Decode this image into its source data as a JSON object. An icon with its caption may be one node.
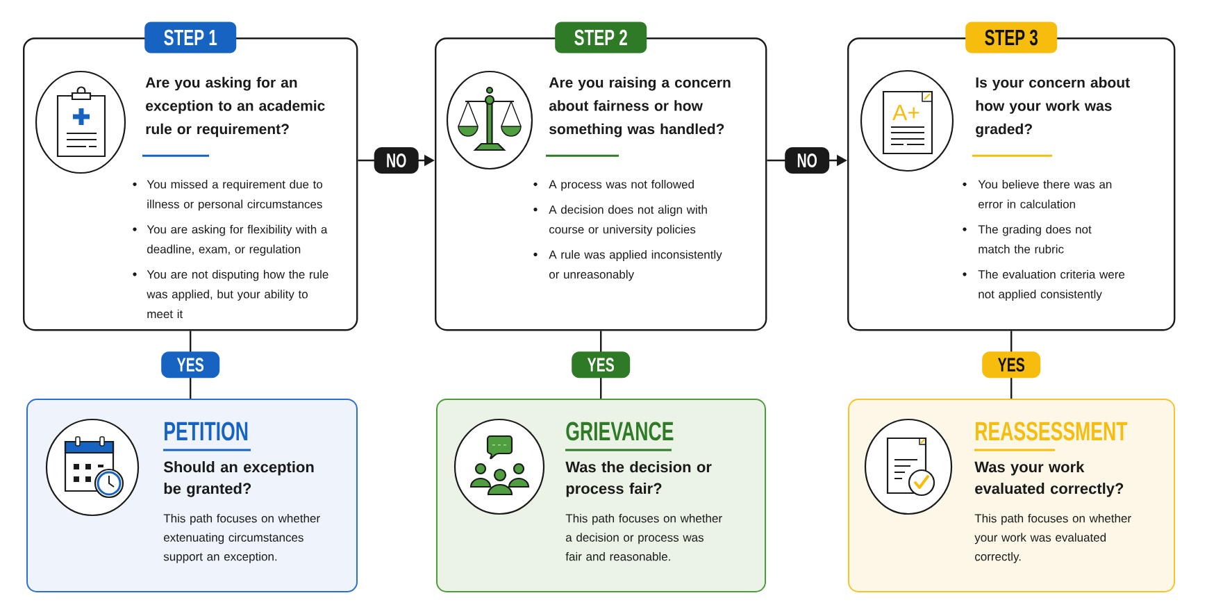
{
  "diagram": {
    "nodes": [
      {
        "text": [
          "STEP 1",
          "Are you asking for an exception to an academic rule or requirement?",
          "You missed a requirement due to illness or personal circumstances",
          "You are asking for flexibility with a deadline, exam, or regulation",
          "You are not disputing how the rule was applied, but your ability to meet it"
        ]
      },
      {
        "text": [
          "STEP 2",
          "Are you raising a concern about fairness or how something was handled?",
          "A process was not followed",
          "A decision does not align with course or university policies",
          "A rule was applied inconsistently or unreasonably"
        ]
      },
      {
        "text": [
          "STEP 3",
          "Is your concern about how your work was graded?",
          "You believe there was an error in calculation",
          "The grading does not match the rubric",
          "The evaluation criteria were not applied consistently"
        ]
      },
      {
        "text": [
          "PETITION",
          "Should an exception be granted?",
          "This path focuses on whether extenuating circumstances support an exception."
        ]
      },
      {
        "text": [
          "GRIEVANCE",
          "Was the decision or process fair?",
          "This path focuses on whether a decision or process was fair and reasonable."
        ]
      },
      {
        "text": [
          "REASSESSMENT",
          "Was your work evaluated correctly?",
          "This path focuses on whether your work was evaluated correctly."
        ]
      }
    ],
    "edges": [
      {
        "from": 0,
        "to": 1,
        "arrow": "to",
        "label": "NO"
      },
      {
        "from": 1,
        "to": 2,
        "arrow": "to",
        "label": "NO"
      },
      {
        "from": 0,
        "to": 3,
        "arrow": "none",
        "label": "YES"
      },
      {
        "from": 1,
        "to": 4,
        "arrow": "none",
        "label": "YES"
      },
      {
        "from": 2,
        "to": 5,
        "arrow": "none",
        "label": "YES"
      }
    ],
    "labels": [
      "A+"
    ]
  }
}
